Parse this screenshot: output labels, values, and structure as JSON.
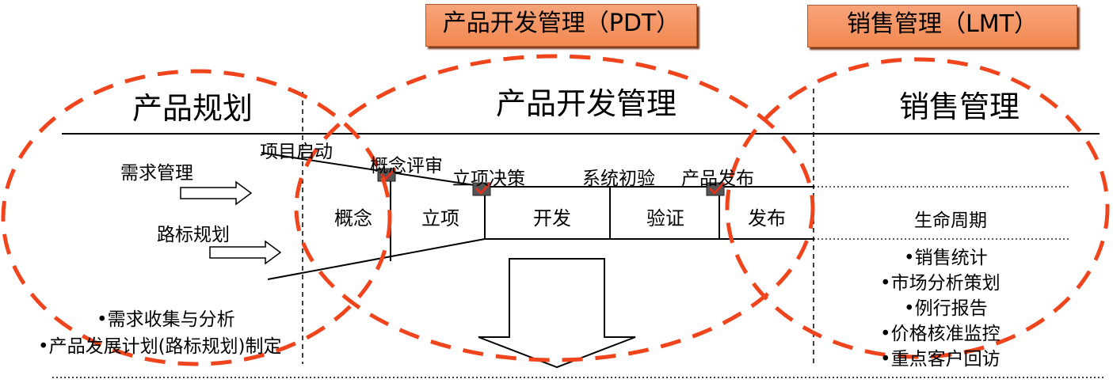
{
  "header_boxes": {
    "pdt": "产品开发管理（PDT）",
    "lmt": "销售管理（LMT）"
  },
  "sections": {
    "planning": "产品规划",
    "development": "产品开发管理",
    "sales": "销售管理"
  },
  "planning": {
    "requirements": "需求管理",
    "roadmap": "路标规划",
    "bullets": [
      "•需求收集与分析",
      "•产品发展计划(路标规划)制定"
    ]
  },
  "milestones": {
    "project_start": "项目启动",
    "concept_review": "概念评审",
    "project_decision": "立项决策",
    "system_test": "系统初验",
    "product_release": "产品发布"
  },
  "stages": [
    "概念",
    "立项",
    "开发",
    "验证",
    "发布"
  ],
  "sales": {
    "lifecycle": "生命周期",
    "bullets": [
      "•销售统计",
      "•市场分析策划",
      "•例行报告",
      "•价格核准监控",
      "•重点客户回访"
    ]
  },
  "colors": {
    "accent": "#f0441c",
    "header_fill": "#f4925e",
    "check": "#e0301c"
  }
}
